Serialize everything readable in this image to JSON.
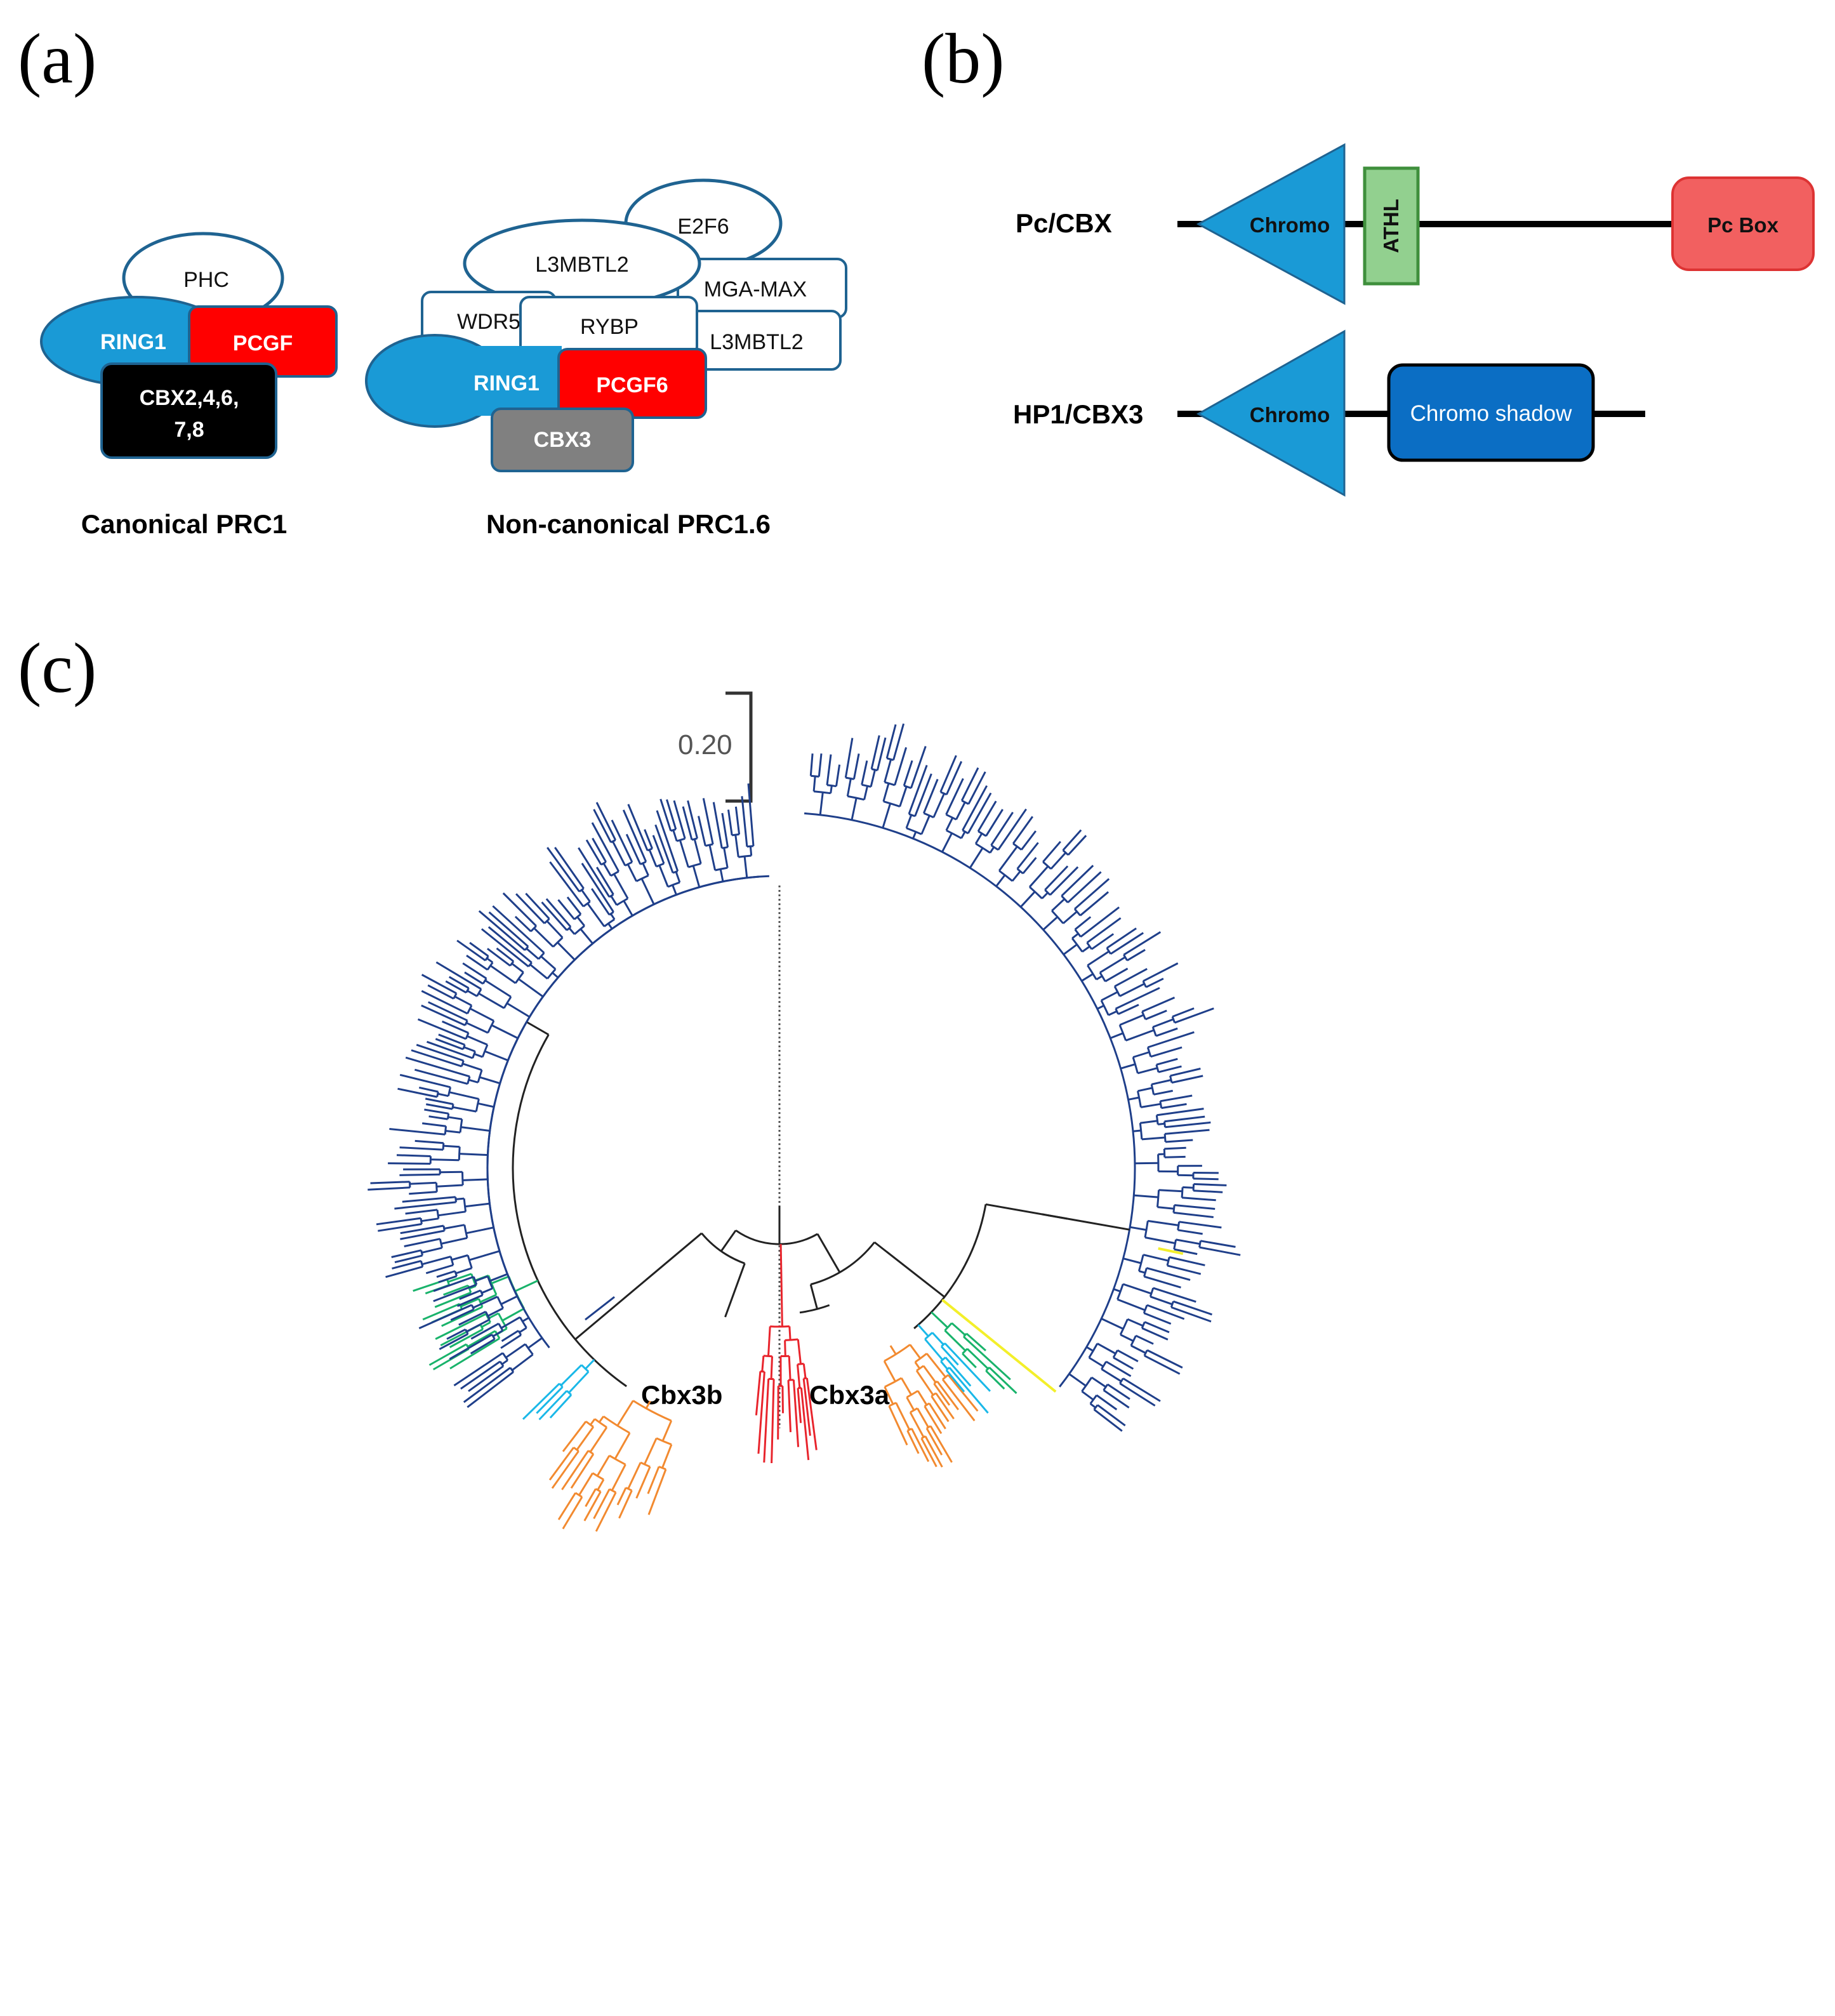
{
  "panels": {
    "a": {
      "label": "(a)",
      "canonical": {
        "caption": "Canonical PRC1",
        "phc": "PHC",
        "ring1": "RING1",
        "pcgf": "PCGF",
        "cbx_line1": "CBX2,4,6,",
        "cbx_line2": "7,8"
      },
      "noncanonical": {
        "caption": "Non-canonical PRC1.6",
        "e2f6": "E2F6",
        "l3mbtl2_top": "L3MBTL2",
        "mga_max": "MGA-MAX",
        "wdr5": "WDR5",
        "rybp": "RYBP",
        "l3mbtl2_side": "L3MBTL2",
        "ring1": "RING1",
        "pcgf6": "PCGF6",
        "cbx3": "CBX3"
      }
    },
    "b": {
      "label": "(b)",
      "pc_cbx": {
        "name": "Pc/CBX",
        "chromo": "Chromo",
        "athl": "ATHL",
        "pcbox": "Pc Box"
      },
      "hp1_cbx3": {
        "name": "HP1/CBX3",
        "chromo": "Chromo",
        "shadow": "Chromo shadow"
      }
    },
    "c": {
      "label": "(c)",
      "scale_label": "0.20",
      "clade_left": "Cbx3b",
      "clade_right": "Cbx3a"
    }
  },
  "colors": {
    "blue_node": "#1a9ad6",
    "red_node": "#ff0000",
    "black_node": "#000000",
    "grey_node": "#808080",
    "outline": "#1f6391",
    "athl_fill": "#92d08f",
    "athl_stroke": "#3f8f3c",
    "pcbox_fill": "#f26060",
    "shadow_fill": "#0b6ec4",
    "tree_navy": "#1f3f8a",
    "tree_black": "#222222",
    "tree_red": "#e8242c",
    "tree_orange": "#f28a30",
    "tree_cyan": "#1ab8e8",
    "tree_green": "#19b36b",
    "tree_yellow": "#f3ef2a"
  }
}
